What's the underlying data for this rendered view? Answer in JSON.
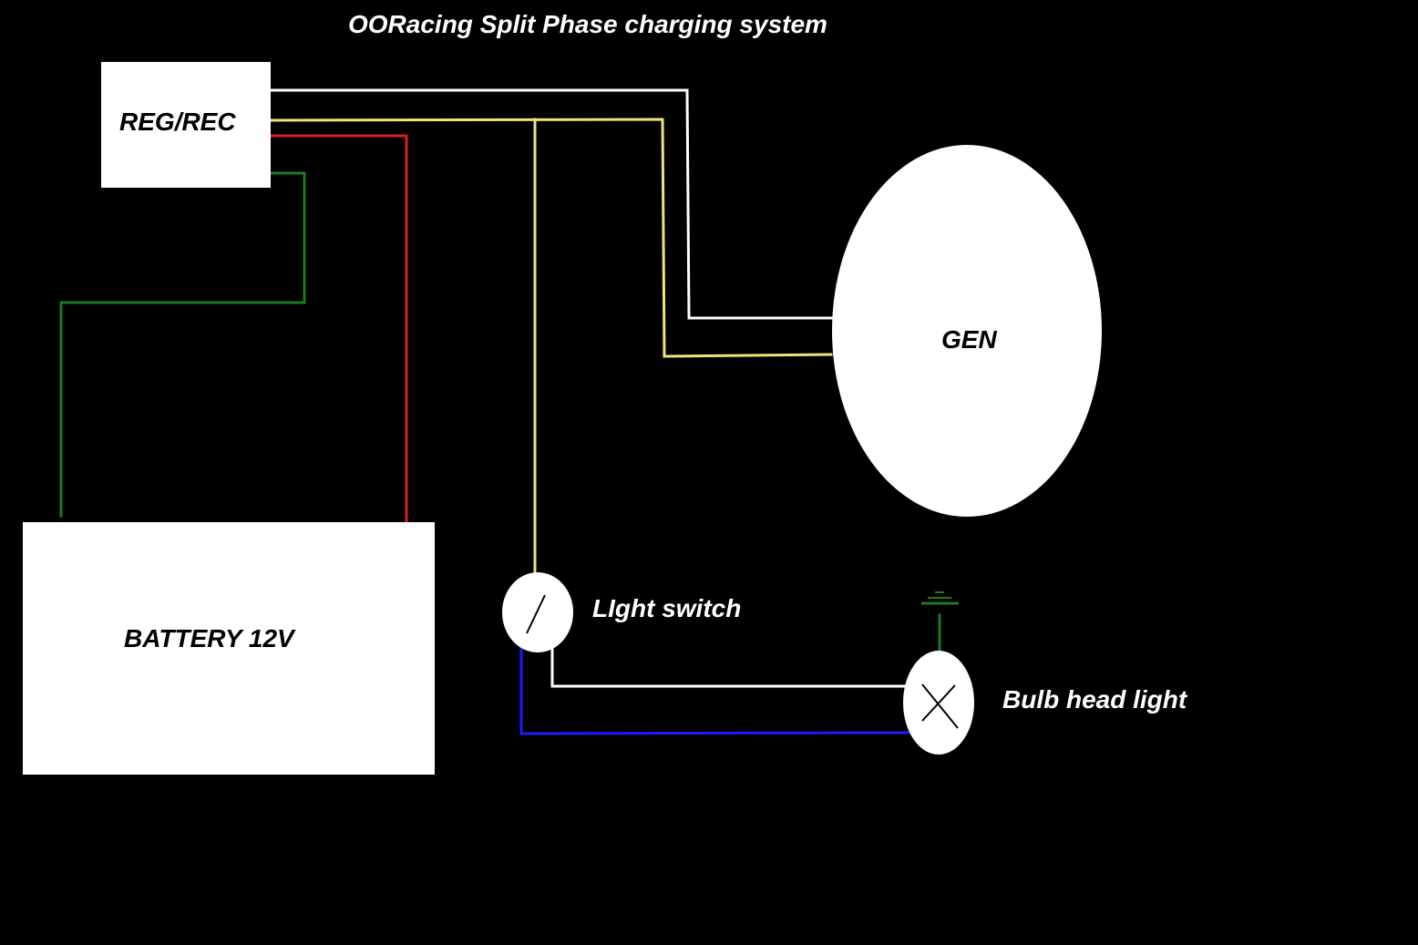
{
  "title": "OORacing Split Phase charging system",
  "components": {
    "regulator": {
      "label": "REG/REC"
    },
    "battery": {
      "label": "BATTERY 12V"
    },
    "generator": {
      "label": "GEN"
    },
    "light_switch": {
      "label": "LIght switch"
    },
    "bulb": {
      "label": "Bulb head light"
    }
  },
  "colors": {
    "background": "#000000",
    "component_fill": "#ffffff",
    "wire_white": "#ffffff",
    "wire_yellow": "#f2e27a",
    "wire_red": "#d42020",
    "wire_green": "#1e7a1e",
    "wire_blue": "#1a1aff"
  },
  "wires": [
    {
      "name": "white",
      "color": "wire_white",
      "from": "REG/REC",
      "to": "GEN"
    },
    {
      "name": "yellow",
      "color": "wire_yellow",
      "from": "REG/REC",
      "to": "GEN"
    },
    {
      "name": "yellow-branch",
      "color": "wire_yellow",
      "from": "yellow",
      "to": "LIght switch"
    },
    {
      "name": "red",
      "color": "wire_red",
      "from": "REG/REC",
      "to": "BATTERY 12V"
    },
    {
      "name": "green",
      "color": "wire_green",
      "from": "REG/REC",
      "to": "BATTERY 12V"
    },
    {
      "name": "switch-to-bulb",
      "color": "wire_white",
      "from": "LIght switch",
      "to": "Bulb head light"
    },
    {
      "name": "blue",
      "color": "wire_blue",
      "from": "LIght switch",
      "to": "Bulb head light"
    },
    {
      "name": "ground",
      "color": "wire_green",
      "from": "Bulb head light",
      "to": "ground"
    }
  ]
}
